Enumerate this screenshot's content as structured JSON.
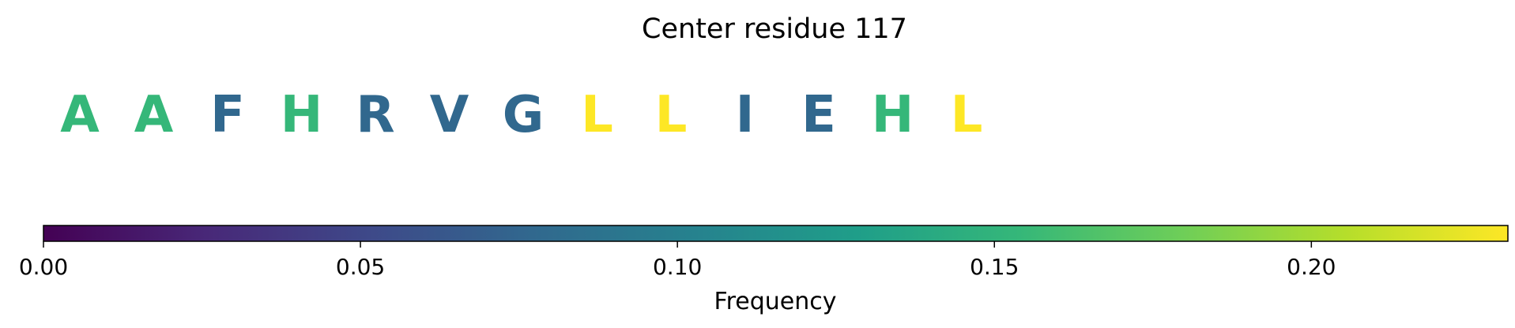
{
  "chart_data": {
    "type": "heatmap",
    "title": "Center residue 117",
    "residues": [
      {
        "letter": "A",
        "frequency": 0.154
      },
      {
        "letter": "A",
        "frequency": 0.154
      },
      {
        "letter": "F",
        "frequency": 0.077
      },
      {
        "letter": "H",
        "frequency": 0.154
      },
      {
        "letter": "R",
        "frequency": 0.077
      },
      {
        "letter": "V",
        "frequency": 0.077
      },
      {
        "letter": "G",
        "frequency": 0.077
      },
      {
        "letter": "L",
        "frequency": 0.231
      },
      {
        "letter": "L",
        "frequency": 0.231
      },
      {
        "letter": "I",
        "frequency": 0.077
      },
      {
        "letter": "E",
        "frequency": 0.077
      },
      {
        "letter": "H",
        "frequency": 0.154
      },
      {
        "letter": "L",
        "frequency": 0.231
      }
    ],
    "colorbar": {
      "colormap": "viridis",
      "range": [
        0,
        0.231
      ],
      "ticks": [
        0.0,
        0.05,
        0.1,
        0.15,
        0.2
      ],
      "tick_labels": [
        "0.00",
        "0.05",
        "0.10",
        "0.15",
        "0.20"
      ],
      "label": "Frequency",
      "orientation": "horizontal"
    },
    "colors": {
      "viridis_stops": [
        "#440154",
        "#482878",
        "#3e4989",
        "#31688e",
        "#26828e",
        "#1f9e89",
        "#35b779",
        "#6ece58",
        "#b5de2b",
        "#fde725"
      ]
    }
  }
}
